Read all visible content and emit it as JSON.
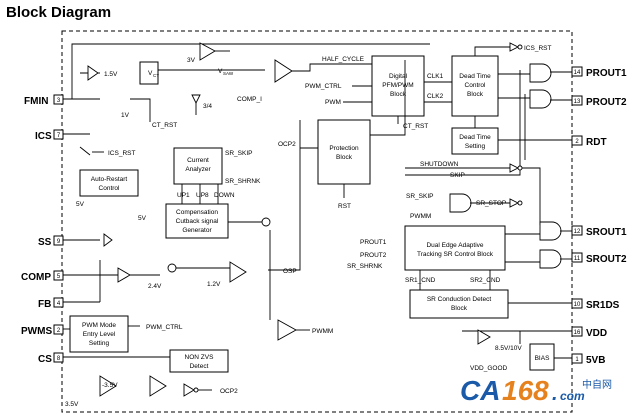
{
  "title": "Block Diagram",
  "pins": {
    "left": [
      {
        "name": "FMIN",
        "num": "3"
      },
      {
        "name": "ICS",
        "num": "7"
      },
      {
        "name": "SS",
        "num": "9"
      },
      {
        "name": "COMP",
        "num": "5"
      },
      {
        "name": "FB",
        "num": "4"
      },
      {
        "name": "PWMS",
        "num": "2"
      },
      {
        "name": "CS",
        "num": "8"
      }
    ],
    "right": [
      {
        "name": "PROUT1",
        "num": "14"
      },
      {
        "name": "PROUT2",
        "num": "13"
      },
      {
        "name": "RDT",
        "num": "2"
      },
      {
        "name": "SROUT1",
        "num": "12"
      },
      {
        "name": "SROUT2",
        "num": "11"
      },
      {
        "name": "SR1DS",
        "num": "10"
      },
      {
        "name": "VDD",
        "num": "16"
      },
      {
        "name": "5VB",
        "num": "1"
      }
    ]
  },
  "blocks": {
    "digital_pfm": [
      "Digital",
      "PFM/PWM",
      "Block"
    ],
    "dead_time_ctrl": [
      "Dead Time",
      "Control",
      "Block"
    ],
    "dead_time_set": [
      "Dead Time",
      "Setting"
    ],
    "protection": [
      "Protection",
      "Block"
    ],
    "current_analyzer": [
      "Current",
      "Analyzer"
    ],
    "auto_restart": [
      "Auto-Restart",
      "Control"
    ],
    "compensation": [
      "Compensation",
      "Cutback signal",
      "Generator"
    ],
    "dual_edge": [
      "Dual Edge Adaptive",
      "Tracking SR Control Block"
    ],
    "sr_conduction": [
      "SR Conduction Detect",
      "Block"
    ],
    "pwm_mode": [
      "PWM Mode",
      "Entry Level",
      "Setting"
    ],
    "non_zvs": [
      "NON ZVS",
      "Detect"
    ],
    "bias": "BIAS"
  },
  "signals": {
    "half_cycle": "HALF_CYCLE",
    "pwm_ctrl_top": "PWM_CTRL",
    "pwm": "PWM",
    "clk1": "CLK1",
    "clk2": "CLK2",
    "ct_rst_top": "CT_RST",
    "ct_rst": "CT_RST",
    "ics_rst_top": "ICS_RST",
    "ics_rst": "ICS_RST",
    "vct": "V",
    "vct_sub": "CT",
    "vsaw": "V",
    "vsaw_sub": "SAW",
    "v_1p5": "1.5V",
    "v_3": "3V",
    "v_3_4": "3/4",
    "v_1": "1V",
    "comp_i": "COMP_I",
    "ocp2": "OCP2",
    "rst": "RST",
    "sr_skip": "SR_SKIP",
    "sr_shrnk": "SR_SHRNK",
    "up1": "UP1",
    "up8": "UP8",
    "down": "DOWN",
    "shutdown": "SHUTDOWN",
    "skip": "SKIP",
    "sr_skip2": "SR_SKIP",
    "sr_stop": "SR_STOP",
    "pwmm": "PWMM",
    "prout1_in": "PROUT1",
    "prout2_in": "PROUT2",
    "sr_shrnk2": "SR_SHRNK",
    "sr1_cnd": "SR1_CND",
    "sr2_cnd": "SR2_CND",
    "osp": "OSP",
    "v_1p2": "1.2V",
    "v_2p4": "2.4V",
    "v_5a": "5V",
    "v_5b": "5V",
    "pwmm_out": "PWMM",
    "pwm_ctrl_bot": "PWM_CTRL",
    "v_neg_3p5": "-3.5V",
    "v_3p5": "3.5V",
    "ocp2_out": "OCP2",
    "v_8p5_10": "8.5V/10V",
    "vdd_good": "VDD_GOOD"
  },
  "watermark": {
    "left": "CA",
    "num": "168",
    "dot": ".",
    "com": "com",
    "cn": "中自网"
  }
}
